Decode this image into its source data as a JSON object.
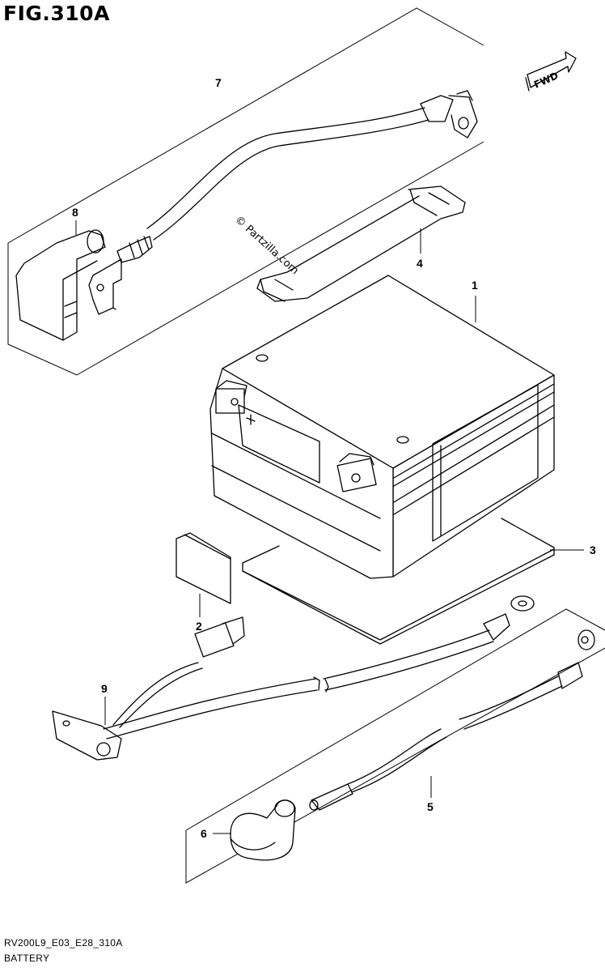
{
  "header": {
    "figure_title": "FIG.310A"
  },
  "footer": {
    "diagram_code": "RV200L9_E03_E28_310A",
    "caption": "BATTERY"
  },
  "badges": {
    "fwd": "FWD"
  },
  "watermark": {
    "text": "© Partzilla.com"
  },
  "callouts": {
    "p1": "1",
    "p2": "2",
    "p3": "3",
    "p4": "4",
    "p5": "5",
    "p6": "6",
    "p7": "7",
    "p8": "8",
    "p9": "9"
  }
}
